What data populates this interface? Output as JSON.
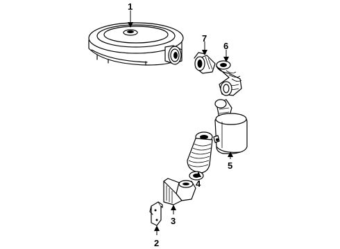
{
  "diagram": {
    "callouts": [
      {
        "id": "1",
        "text": "1"
      },
      {
        "id": "2",
        "text": "2"
      },
      {
        "id": "3",
        "text": "3"
      },
      {
        "id": "4",
        "text": "4"
      },
      {
        "id": "5",
        "text": "5"
      },
      {
        "id": "6",
        "text": "6"
      },
      {
        "id": "7",
        "text": "7"
      }
    ],
    "parts": [
      {
        "callout": "1",
        "icon": "air-cleaner-housing-icon"
      },
      {
        "callout": "2",
        "icon": "mounting-bracket-icon"
      },
      {
        "callout": "3",
        "icon": "air-inlet-duct-icon"
      },
      {
        "callout": "4",
        "icon": "corrugated-intake-hose-icon"
      },
      {
        "callout": "5",
        "icon": "resonator-canister-icon"
      },
      {
        "callout": "6",
        "icon": "intake-hose-icon"
      },
      {
        "callout": "7",
        "icon": "hose-coupler-icon"
      }
    ]
  }
}
